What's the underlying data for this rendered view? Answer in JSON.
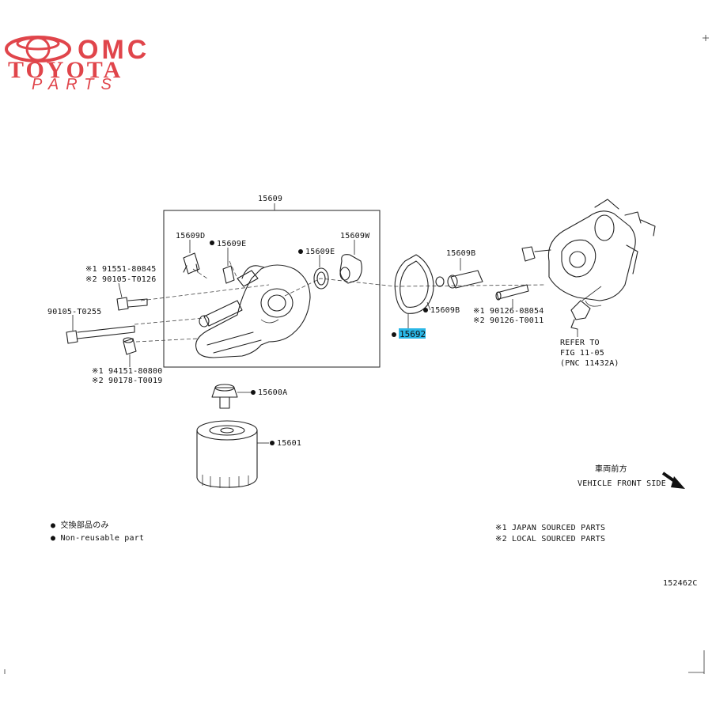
{
  "logo": {
    "line1": "OMC",
    "line2": "TOYOTA",
    "line3": "PARTS",
    "color": "#e0454b"
  },
  "diagram": {
    "group_label": "15609",
    "highlight_color": "#2ab7e6",
    "parts": {
      "p15609D": "15609D",
      "p15609E_a": "15609E",
      "p15609E_b": "15609E",
      "p15609W": "15609W",
      "p15609B_a": "15609B",
      "p15609B_b": "15609B",
      "p15692": "15692",
      "p15600A": "15600A",
      "p15601": "15601",
      "p90105_T0255": "90105-T0255"
    },
    "notes": {
      "left_top_1": "※1 91551-80845",
      "left_top_2": "※2 90105-T0126",
      "left_bottom_1": "※1 94151-80800",
      "left_bottom_2": "※2 90178-T0019",
      "right_1": "※1 90126-08054",
      "right_2": "※2 90126-T0011"
    },
    "refer": {
      "line1": "REFER TO",
      "line2": "FIG 11-05",
      "line3": "(PNC 11432A)"
    },
    "direction": {
      "jp": "車両前方",
      "en": "VEHICLE FRONT SIDE"
    },
    "legend": {
      "item1": "●  交換部品のみ",
      "item2": "●  Non-reusable part",
      "src1": "※1 JAPAN SOURCED PARTS",
      "src2": "※2 LOCAL SOURCED PARTS"
    },
    "figure_id": "152462C"
  }
}
